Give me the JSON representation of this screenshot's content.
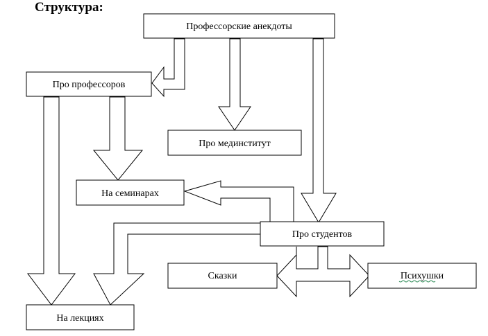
{
  "title": "Структура:",
  "nodes": {
    "root": "Профессорские анекдоты",
    "about_professors": "Про профессоров",
    "about_medinstitute": "Про мединститут",
    "at_seminars": "На семинарах",
    "about_students": "Про студентов",
    "fairy_tales": "Сказки",
    "psychos": "Психушки",
    "at_lectures": "На лекциях"
  }
}
